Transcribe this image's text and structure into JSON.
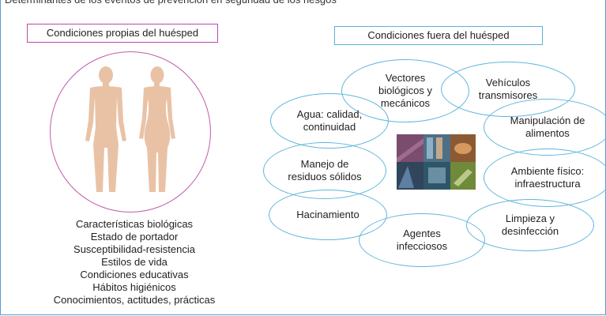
{
  "top_strip_text": "Determinantes de los eventos de prevención en seguridad de los riesgos",
  "left": {
    "title": "Condiciones propias del huésped",
    "characteristics": [
      "Características biológicas",
      "Estado de portador",
      "Susceptibilidad-resistencia",
      "Estilos de vida",
      "Condiciones educativas",
      "Hábitos higiénicos",
      "Conocimientos, actitudes, prácticas"
    ]
  },
  "right": {
    "title": "Condiciones fuera del huésped",
    "factors": [
      "Vectores\nbiológicos y\nmecánicos",
      "Vehículos\ntransmisores",
      "Agua: calidad,\ncontinuidad",
      "Manipulación de\nalimentos",
      "Manejo de\nresiduos sólidos",
      "Ambiente físico:\ninfraestructura",
      "Hacinamiento",
      "Limpieza y\ndesinfección",
      "Agentes\ninfecciosos"
    ]
  },
  "colors": {
    "host_circle": "#c25aa8",
    "factor_ellipse": "#5fb5dc",
    "body_silhouette": "#e9c2a6"
  }
}
